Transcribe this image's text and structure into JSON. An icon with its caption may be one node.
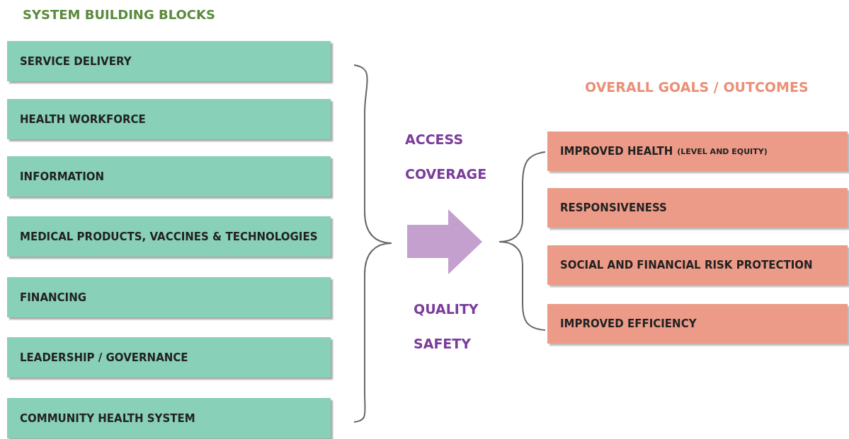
{
  "diagram": {
    "nodes": [
      {
        "text": [
          "SERVICE DELIVERY"
        ]
      },
      {
        "text": [
          "HEALTH WORKFORCE"
        ]
      },
      {
        "text": [
          "INFORMATION"
        ]
      },
      {
        "text": [
          "MEDICAL PRODUCTS, VACCINES & TECHNOLOGIES"
        ]
      },
      {
        "text": [
          "FINANCING"
        ]
      },
      {
        "text": [
          "LEADERSHIP / GOVERNANCE"
        ]
      },
      {
        "text": [
          "COMMUNITY HEALTH SYSTEM"
        ]
      },
      {
        "text": [
          "IMPROVED HEALTH",
          "(LEVEL AND EQUITY)"
        ]
      },
      {
        "text": [
          "RESPONSIVENESS"
        ]
      },
      {
        "text": [
          "SOCIAL AND FINANCIAL RISK PROTECTION"
        ]
      },
      {
        "text": [
          "IMPROVED EFFICIENCY"
        ]
      }
    ],
    "labels": [
      "SYSTEM BUILDING BLOCKS",
      "ACCESS",
      "COVERAGE",
      "QUALITY",
      "SAFETY",
      "OVERALL GOALS / OUTCOMES"
    ]
  }
}
